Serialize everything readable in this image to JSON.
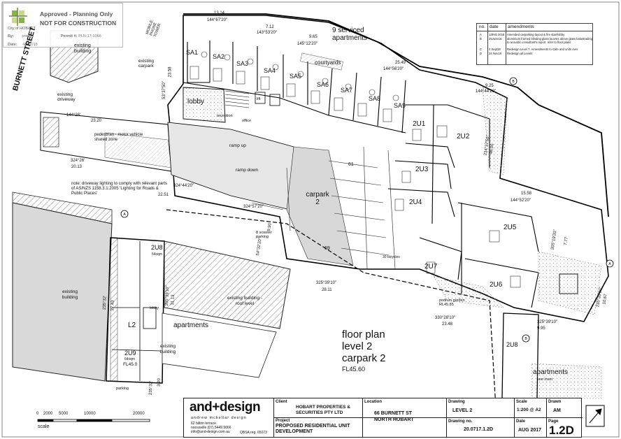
{
  "stamp": {
    "line1": "Approved - Planning Only",
    "line2": "NOT FOR CONSTRUCTION",
    "city": "City of HOBART",
    "by_label": "By:",
    "by_value": "prowm",
    "permit_label": "Permit #:",
    "permit_value": "PLN-17-1066",
    "date_label": "Date:",
    "date_value": "4/2/2018"
  },
  "revisions": {
    "headers": [
      "no.",
      "date",
      "amendments"
    ],
    "rows": [
      {
        "no": "A",
        "date": "13Feb 2018",
        "text": "Amended carparking layout & fire stair/lobby"
      },
      {
        "no": "B",
        "date": "25June18",
        "text": "aluminium framed blinding glass louvres above glass balustrading to acoustic consultant's report. refer to floor plans"
      },
      {
        "no": "C",
        "date": "4 Sept18",
        "text": "Redesign Level 7. Amendments to Cafe and units over"
      },
      {
        "no": "D",
        "date": "24 Nov18",
        "text": "Redesign all Levels"
      }
    ]
  },
  "labels": {
    "street": "BURNETT STREET",
    "existing_building_top": "existing building",
    "mobile_tower": "MOBILE PHONE TOWER",
    "existing_carpark": "existing carpark",
    "existing_driveway": "existing driveway",
    "serviced": "9 serviced apartments",
    "courtyards": "courtyards",
    "lobby": "lobby",
    "reception": "reception",
    "office": "office",
    "lift": "lift",
    "ramp_up": "ramp up",
    "ramp_down": "ramp down",
    "pedestrian": "pedestrian - motor vehicle shared zone",
    "note": "note: driveway lighting to comply with relevant parts of AS/NZS 1158.3.1:2005 'Lighting for Roads & Public Places'",
    "carpark": "carpark 2",
    "scooter": "8 scooter parking",
    "bicycles": "30 bicycles",
    "podium_garden": "podium garden RL45.85",
    "existing_building_left": "existing building",
    "existing_building_roof": "existing building -roof level",
    "existing_building_mid": "existing building",
    "apartments_mid": "apartments",
    "apartments_bottom": "apartments",
    "see_inset": "see inset",
    "l2": "L2",
    "lobby_small": "lobby",
    "parking": "parking",
    "fl_bottom": "FL45.0",
    "num_61": "61",
    "num_69": "69"
  },
  "units": {
    "sa1": "SA1",
    "sa2": "SA2",
    "sa3": "SA3",
    "sa4": "SA4",
    "sa5": "SA5",
    "sa6": "SA6",
    "sa7": "SA7",
    "sa8": "SA8",
    "sa9": "SA9",
    "u1": "2U1",
    "u2": "2U2",
    "u3": "2U3",
    "u4": "2U4",
    "u5": "2U5",
    "u6": "2U6",
    "u7": "2U7",
    "u8": "2U8",
    "u8b": "2U8",
    "u9": "2U9",
    "u8_area": "54sqm",
    "u9_area": "64sqm"
  },
  "dims": {
    "d1": "13.14",
    "d2": "144°67'20\"",
    "d3": "7.12",
    "d4": "143°53'20\"",
    "d5": "9.65",
    "d6": "145°12'20\"",
    "d7": "25.49",
    "d8": "144°56'20\"",
    "d9": "9.25",
    "d10": "144°44'20\"",
    "d11": "23.58",
    "d12": "53°37'50\"",
    "d13": "144°26'",
    "d14": "23.20",
    "d15": "324°26'",
    "d16": "20.13",
    "d17": "324°44'20\"",
    "d18": "22.51",
    "d19": "324°57'20\"",
    "d20": "15.58",
    "d21": "144°52'20\"",
    "d22": "325°39'10\"",
    "d23": "28.11",
    "d24": "330°28'10\"",
    "d25": "23.48",
    "d26": "325°39'10\"",
    "d27": "9.95",
    "d28": "235°32'",
    "d29": "27.43",
    "d30": "205°39'10\"",
    "d31": "31.13",
    "d32": "235°32'",
    "d33": "3.20",
    "d34": "235°39'20\"",
    "d35": "10.67",
    "d36": "234°37'50\"",
    "d37": "48.06",
    "d38": "205°19'20\"",
    "d39": "7.77",
    "d40": "9.90",
    "d41": "54°32'20\""
  },
  "floor": {
    "l1": "floor plan",
    "l2": "level 2",
    "l3": "carpark 2",
    "fl": "FL45.60"
  },
  "scale_bar": {
    "ticks": [
      "0",
      "2000",
      "5000",
      "10000",
      "20000"
    ],
    "label": "scale"
  },
  "titleblock": {
    "logo": "and+design",
    "logo_sub": "andrew mckellar design",
    "addr1": "62 hilton terrace",
    "addr2": "noosaville  (07) 5449 9066",
    "addr3": "info@and-design.com.au",
    "qbsa": "QBSA reg. 65073",
    "client_label": "Client",
    "client": "HOBART PROPERTIES & SECURITIES PTY LTD",
    "project_label": "Project",
    "project": "PROPOSED RESIDENTIAL UNIT DEVELOPMENT",
    "location_label": "Location",
    "location1": "66 BURNETT ST",
    "location2": "NORTH HOBART",
    "drawing_label": "Drawing",
    "drawing": "LEVEL 2",
    "drawing_no_label": "Drawing no.",
    "drawing_no": "20.0717.1.2D",
    "scale_label": "Scale",
    "scale": "1:200 @ A2",
    "date_label": "Date",
    "date": "AUG 2017",
    "drawn_label": "Drawn",
    "drawn": "AM",
    "page_label": "Page",
    "page": "1.2D"
  }
}
